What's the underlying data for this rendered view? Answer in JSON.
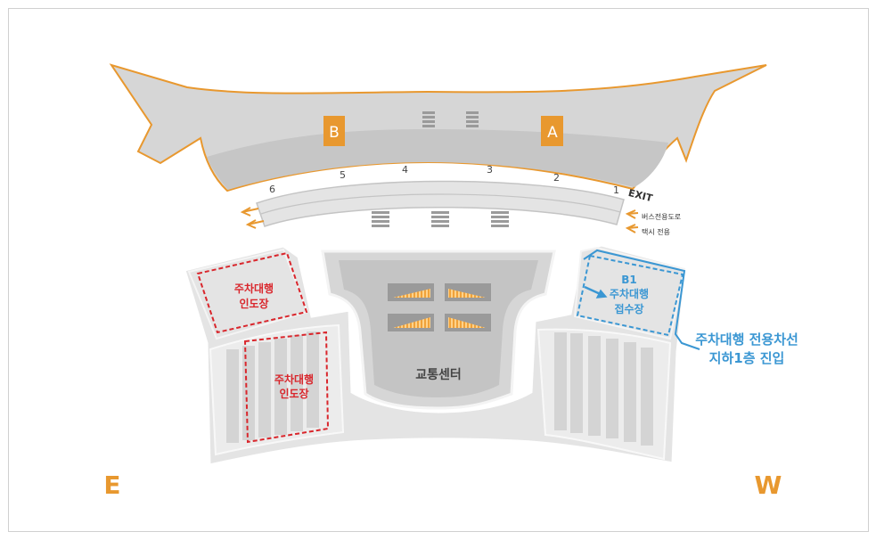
{
  "colors": {
    "orange": "#e8982f",
    "red": "#d9262c",
    "blue": "#3b97d3",
    "terminal_fill": "#d6d6d6",
    "terminal_inner": "#c4c4c4",
    "lot_fill": "#e4e4e4",
    "lot_border": "#f4f4f4"
  },
  "terminal": {
    "gate_b": "B",
    "gate_a": "A"
  },
  "curb": {
    "numbers": [
      "6",
      "5",
      "4",
      "3",
      "2",
      "1"
    ],
    "exit_label": "EXIT",
    "bus_lane": "버스전용도로",
    "taxi_lane": "택시 전용"
  },
  "parking": {
    "valet_dropoff_upper_line1": "주차대행",
    "valet_dropoff_upper_line2": "인도장",
    "valet_dropoff_lower_line1": "주차대행",
    "valet_dropoff_lower_line2": "인도장",
    "b1_label": "B1",
    "b1_line2": "주차대행",
    "b1_line3": "접수장",
    "callout_line1": "주차대행 전용차선",
    "callout_line2": "지하1층 진입"
  },
  "transport_center": "교통센터",
  "directions": {
    "east": "E",
    "west": "W"
  },
  "icons": {
    "arrows": "chevron-arrow-icon",
    "stairs": "stairs-icon"
  }
}
